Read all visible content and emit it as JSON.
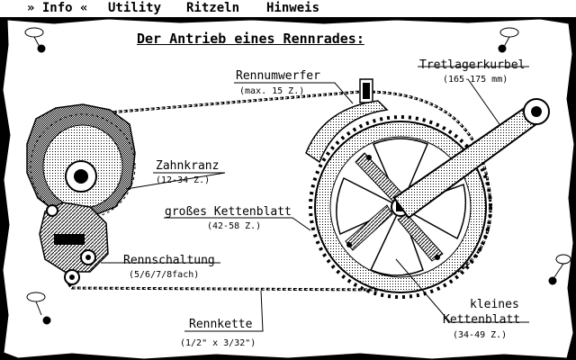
{
  "menu": {
    "info": "» Info «",
    "utility": "Utility",
    "ritzeln": "Ritzeln",
    "hinweis": "Hinweis"
  },
  "diagram": {
    "title": "Der Antrieb eines Rennrades:",
    "labels": {
      "rennumwerfer": {
        "name": "Rennumwerfer",
        "spec": "(max. 15 Z.)"
      },
      "tretlagerkurbel": {
        "name": "Tretlagerkurbel",
        "spec": "(165-175 mm)"
      },
      "zahnkranz": {
        "name": "Zahnkranz",
        "spec": "(12-34 Z.)"
      },
      "grosses_kettenblatt": {
        "name": "großes Kettenblatt",
        "spec": "(42-58 Z.)"
      },
      "rennschaltung": {
        "name": "Rennschaltung",
        "spec": "(5/6/7/8fach)"
      },
      "rennkette": {
        "name": "Rennkette",
        "spec": "(1/2\" x 3/32\")"
      },
      "kleines_kettenblatt": {
        "name_line1": "kleines",
        "name_line2": "Kettenblatt",
        "spec": "(34-49 Z.)"
      }
    }
  }
}
